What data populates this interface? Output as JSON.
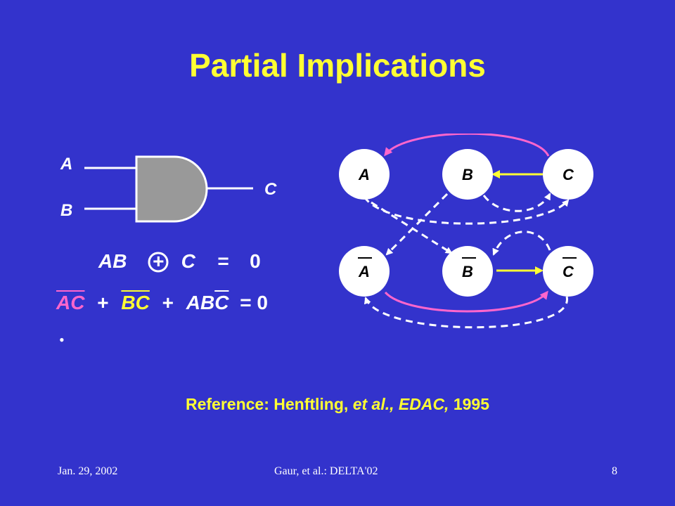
{
  "title": "Partial Implications",
  "gate": {
    "input_a": "A",
    "input_b": "B",
    "output_c": "C"
  },
  "equation1": {
    "ab": "AB",
    "xor_symbol": "+",
    "c": "C",
    "equals": "=",
    "zero": "0"
  },
  "equation2": {
    "term1": "AC",
    "plus1": "+",
    "term2": "BC",
    "plus2": "+",
    "term3_ab": "AB",
    "term3_c": "C",
    "equals_zero": "= 0"
  },
  "graph": {
    "nodes": [
      {
        "label": "A"
      },
      {
        "label": "B"
      },
      {
        "label": "C"
      },
      {
        "label": "A"
      },
      {
        "label": "B"
      },
      {
        "label": "C"
      }
    ]
  },
  "reference": {
    "prefix": "Reference: Henftling, ",
    "italic": "et al., EDAC,",
    "suffix": " 1995"
  },
  "footer": {
    "date": "Jan. 29, 2002",
    "center": "Gaur, et al.: DELTA'02",
    "page": "8"
  },
  "colors": {
    "background": "#3333cc",
    "title": "#ffff33",
    "pink": "#ff66cc",
    "yellow": "#ffff33",
    "node_fill": "#ffffff",
    "gate_fill": "#999999"
  }
}
